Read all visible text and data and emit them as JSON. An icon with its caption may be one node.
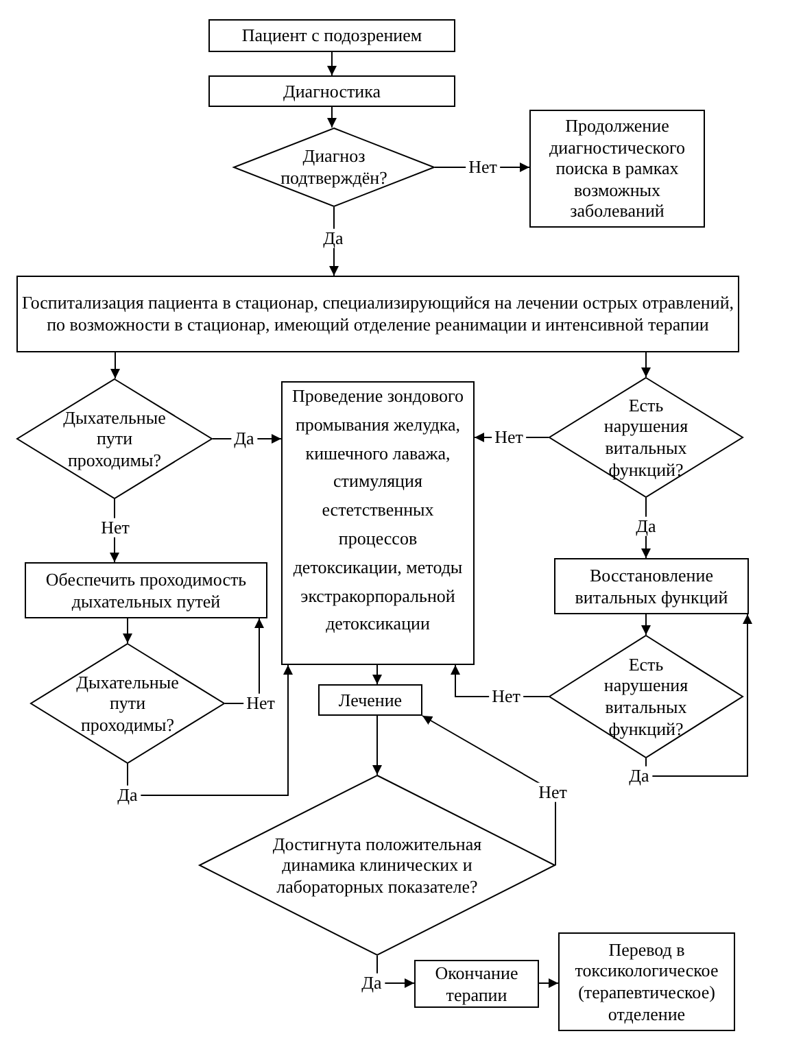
{
  "diagram": {
    "nodes": [
      {
        "text": [
          "Пациент с подозрением"
        ]
      },
      {
        "text": [
          "Диагностика"
        ]
      },
      {
        "text": [
          "Диагноз подтверждён?"
        ]
      },
      {
        "text": [
          "Продолжение диагностического поиска в рамках возможных заболеваний"
        ]
      },
      {
        "text": [
          "Госпитализация пациента в стационар, специализирующийся на лечении острых отравлений, по возможности в стационар, имеющий отделение реанимации и интенсивной терапии"
        ]
      },
      {
        "text": [
          "Дыхательные пути проходимы?"
        ]
      },
      {
        "text": [
          "Проведение зондового промывания желудка, кишечного лаважа, стимуляция естетственных процессов детоксикации, методы экстракорпоральной детоксикации"
        ]
      },
      {
        "text": [
          "Есть нарушения витальных функций?"
        ]
      },
      {
        "text": [
          "Обеспечить проходимость дыхательных путей"
        ]
      },
      {
        "text": [
          "Дыхательные пути проходимы?"
        ]
      },
      {
        "text": [
          "Лечение"
        ]
      },
      {
        "text": [
          "Восстановление витальных функций"
        ]
      },
      {
        "text": [
          "Есть нарушения витальных функций?"
        ]
      },
      {
        "text": [
          "Достигнута положительная динамика клинических и лабораторных показателе?"
        ]
      },
      {
        "text": [
          "Окончание терапии"
        ]
      },
      {
        "text": [
          "Перевод в токсикологическое (терапевтическое) отделение"
        ]
      }
    ],
    "edges": [
      {
        "from": 0,
        "to": 1,
        "arrow": "to"
      },
      {
        "from": 1,
        "to": 2,
        "arrow": "to"
      },
      {
        "from": 2,
        "to": 3,
        "arrow": "to",
        "label": "Нет"
      },
      {
        "from": 2,
        "to": 4,
        "arrow": "to",
        "label": "Да"
      },
      {
        "from": 4,
        "to": 5,
        "arrow": "to"
      },
      {
        "from": 5,
        "to": 6,
        "arrow": "to",
        "label": "Да"
      },
      {
        "from": 5,
        "to": 8,
        "arrow": "to",
        "label": "Нет"
      },
      {
        "from": 7,
        "to": 6,
        "arrow": "to",
        "label": "Нет"
      },
      {
        "from": 4,
        "to": 7,
        "arrow": "to"
      },
      {
        "from": 7,
        "to": 11,
        "arrow": "to",
        "label": "Да"
      },
      {
        "from": 8,
        "to": 9,
        "arrow": "to"
      },
      {
        "from": 9,
        "to": 8,
        "arrow": "to",
        "label": "Нет"
      },
      {
        "from": 9,
        "to": 6,
        "arrow": "to",
        "label": "Да"
      },
      {
        "from": 6,
        "to": 10,
        "arrow": "to"
      },
      {
        "from": 12,
        "to": 6,
        "arrow": "to",
        "label": "Нет"
      },
      {
        "from": 11,
        "to": 12,
        "arrow": "to"
      },
      {
        "from": 12,
        "to": 11,
        "arrow": "to",
        "label": "Да"
      },
      {
        "from": 10,
        "to": 13,
        "arrow": "to"
      },
      {
        "from": 13,
        "to": 10,
        "arrow": "to",
        "label": "Нет"
      },
      {
        "from": 13,
        "to": 14,
        "arrow": "to",
        "label": "Да"
      },
      {
        "from": 14,
        "to": 15,
        "arrow": "to"
      }
    ]
  }
}
